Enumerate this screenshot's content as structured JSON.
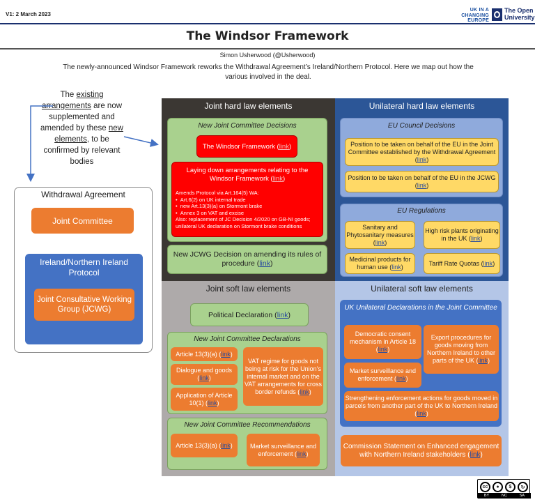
{
  "header": {
    "version": "V1: 2 March 2023",
    "ukice_logo": "UK IN A CHANGING EUROPE",
    "ou_logo": "The Open University",
    "title": "The Windsor Framework",
    "author": "Simon Usherwood (@Usherwood)",
    "intro": "The newly-announced Windsor Framework reworks the Withdrawal Agreement’s Ireland/Northern Protocol. Here we map out how the various involved in the deal."
  },
  "left_note": {
    "t1": "The ",
    "t2": "existing arrangements",
    "t3": " are now supplemented and amended by these ",
    "t4": "new elements",
    "t5": ", to be confirmed by relevant bodies"
  },
  "withdrawal": {
    "title": "Withdrawal Agreement",
    "joint_committee": "Joint Committee",
    "protocol": "Ireland/Northern Ireland Protocol",
    "jcwg": "Joint Consultative Working Group (JCWG)"
  },
  "link_text": "link",
  "joint_hard": {
    "title": "Joint hard law elements",
    "decisions_title": "New Joint Committee Decisions",
    "windsor": "The Windsor Framework",
    "laying_title": "Laying down arrangements relating to the Windsor Framework",
    "laying_lead": "Amends Protocol via Art.164(5) WA:",
    "laying_items": [
      "Art.6(2) on UK internal trade",
      "new Art.13(3)(a) on Stormont brake",
      "Annex 3 on VAT and excise"
    ],
    "laying_also": "Also: replacement of JC Decision 4/2020 on GB-NI goods; unilateral UK declaration on Stormont brake conditions",
    "jcwg_decision": "New JCWG Decision on amending its rules of procedure"
  },
  "unilateral_hard": {
    "title": "Unilateral hard law elements",
    "council_title": "EU Council Decisions",
    "council_1": "Position to be taken on behalf of the EU in the Joint Committee established by the Withdrawal Agreement",
    "council_2": "Position to be taken on behalf of the EU in the JCWG",
    "regs_title": "EU Regulations",
    "reg_1": "Sanitary and Phytosanitary measures",
    "reg_2": "High risk plants originating in the UK",
    "reg_3": "Medicinal products for human use",
    "reg_4": "Tariff Rate Quotas"
  },
  "joint_soft": {
    "title": "Joint soft law elements",
    "political": "Political Declaration",
    "declarations_title": "New Joint Committee Declarations",
    "decl_1": "Article 13(3)(a)",
    "decl_2": "Dialogue and goods",
    "decl_3": "Application of Article 10(1)",
    "decl_4": "VAT regime for goods not being at risk for the Union’s internal market and on the VAT arrangements for cross border refunds",
    "recs_title": "New Joint Committee Recommendations",
    "rec_1": "Article 13(3)(a)",
    "rec_2": "Market surveillance and enforcement"
  },
  "unilateral_soft": {
    "title": "Unilateral soft law elements",
    "uk_title": "UK Unilateral Declarations in the Joint Committee",
    "uk_1": "Democratic consent mechanism in Article 18",
    "uk_2": "Market surveillance and enforcement",
    "uk_3": "Export procedures for goods moving from Northern Ireland to other parts of the UK",
    "uk_4": "Strengthening enforcement actions for goods moved in parcels from another part of the UK to Northern Ireland",
    "commission": "Commission Statement on Enhanced engagement with Northern Ireland stakeholders"
  },
  "license": {
    "cc": "cc",
    "labels": [
      "BY",
      "NC",
      "SA"
    ]
  },
  "colors": {
    "joint_hard_bg": "#3b3733",
    "unilateral_hard_bg": "#2c5697",
    "joint_soft_bg": "#aeaaaa",
    "unilateral_soft_bg": "#b4c6e7",
    "orange": "#ec7c30",
    "green": "#a9d18e",
    "yellow": "#ffd966",
    "red": "#ff0000",
    "blue": "#4472c4"
  }
}
